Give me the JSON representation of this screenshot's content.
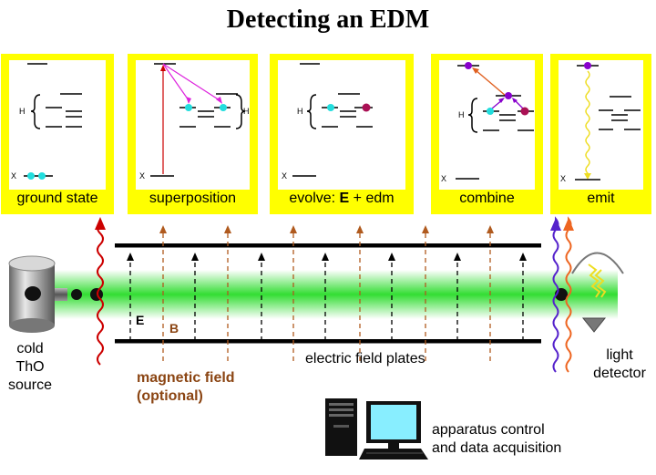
{
  "title": "Detecting an EDM",
  "panels": [
    {
      "caption_pre": "ground state",
      "caption_bold": "",
      "caption_post": ""
    },
    {
      "caption_pre": "superposition",
      "caption_bold": "",
      "caption_post": ""
    },
    {
      "caption_pre": "evolve: ",
      "caption_bold": "E",
      "caption_post": " + edm"
    },
    {
      "caption_pre": "combine",
      "caption_bold": "",
      "caption_post": ""
    },
    {
      "caption_pre": "emit",
      "caption_bold": "",
      "caption_post": ""
    }
  ],
  "level_labels": {
    "h": "H",
    "x": "X"
  },
  "field_labels": {
    "e": "E",
    "b": "B"
  },
  "source_label": [
    "cold",
    "ThO",
    "source"
  ],
  "magnetic_label": [
    "magnetic field",
    "(optional)"
  ],
  "plates_label": "electric field plates",
  "detector_label": [
    "light",
    "detector"
  ],
  "computer_label": [
    "apparatus control",
    "and data acquisition"
  ],
  "colors": {
    "panel": "#ffff00",
    "beam": "#33dd33",
    "electric_arrow": "#000000",
    "magnetic_arrow": "#b05a1e",
    "excite": "#cc0000",
    "superposition": "#dd22dd",
    "state_cyan": "#22dddd",
    "state_magenta": "#aa1155",
    "state_purple": "#8800cc",
    "emit_wave": "#eedd22"
  }
}
